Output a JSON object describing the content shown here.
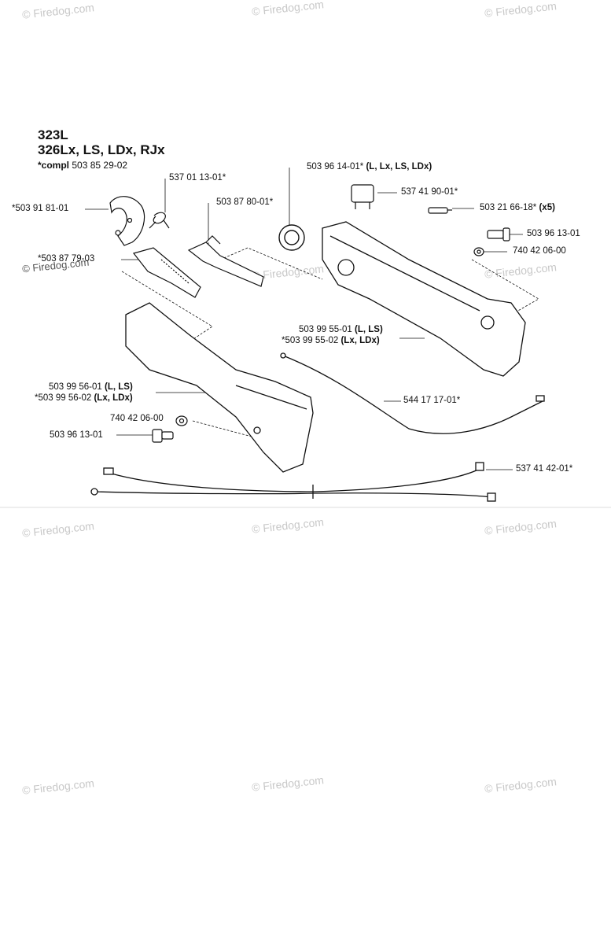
{
  "header": {
    "model_line_1": "323L",
    "model_line_2": "326Lx, LS, LDx, RJx",
    "compl_prefix": "*compl",
    "compl_number": "503 85 29-02"
  },
  "parts": [
    {
      "id": "p1",
      "number": "*503 91 81-01",
      "suffix": ""
    },
    {
      "id": "p2",
      "number": "537 01 13-01*",
      "suffix": ""
    },
    {
      "id": "p3",
      "number": "503 87 80-01*",
      "suffix": ""
    },
    {
      "id": "p4",
      "number": "*503 87 79-03",
      "suffix": ""
    },
    {
      "id": "p5",
      "number": "503 96 14-01*",
      "suffix": "(L, Lx, LS, LDx)"
    },
    {
      "id": "p6",
      "number": "537 41 90-01*",
      "suffix": ""
    },
    {
      "id": "p7",
      "number": "503 21 66-18*",
      "suffix": "(x5)"
    },
    {
      "id": "p8",
      "number": "503 96 13-01",
      "suffix": ""
    },
    {
      "id": "p9",
      "number": "740 42 06-00",
      "suffix": ""
    },
    {
      "id": "p10",
      "number": "503 99 55-01",
      "suffix": "(L, LS)"
    },
    {
      "id": "p11",
      "number": "*503 99 55-02",
      "suffix": "(Lx, LDx)"
    },
    {
      "id": "p12",
      "number": "503 99 56-01",
      "suffix": "(L, LS)"
    },
    {
      "id": "p13",
      "number": "*503 99 56-02",
      "suffix": "(Lx, LDx)"
    },
    {
      "id": "p14",
      "number": "740 42 06-00",
      "suffix": ""
    },
    {
      "id": "p15",
      "number": "503 96 13-01",
      "suffix": ""
    },
    {
      "id": "p16",
      "number": "544 17 17-01*",
      "suffix": ""
    },
    {
      "id": "p17",
      "number": "537 41 42-01*",
      "suffix": ""
    }
  ],
  "watermark": "© Firedog.com"
}
